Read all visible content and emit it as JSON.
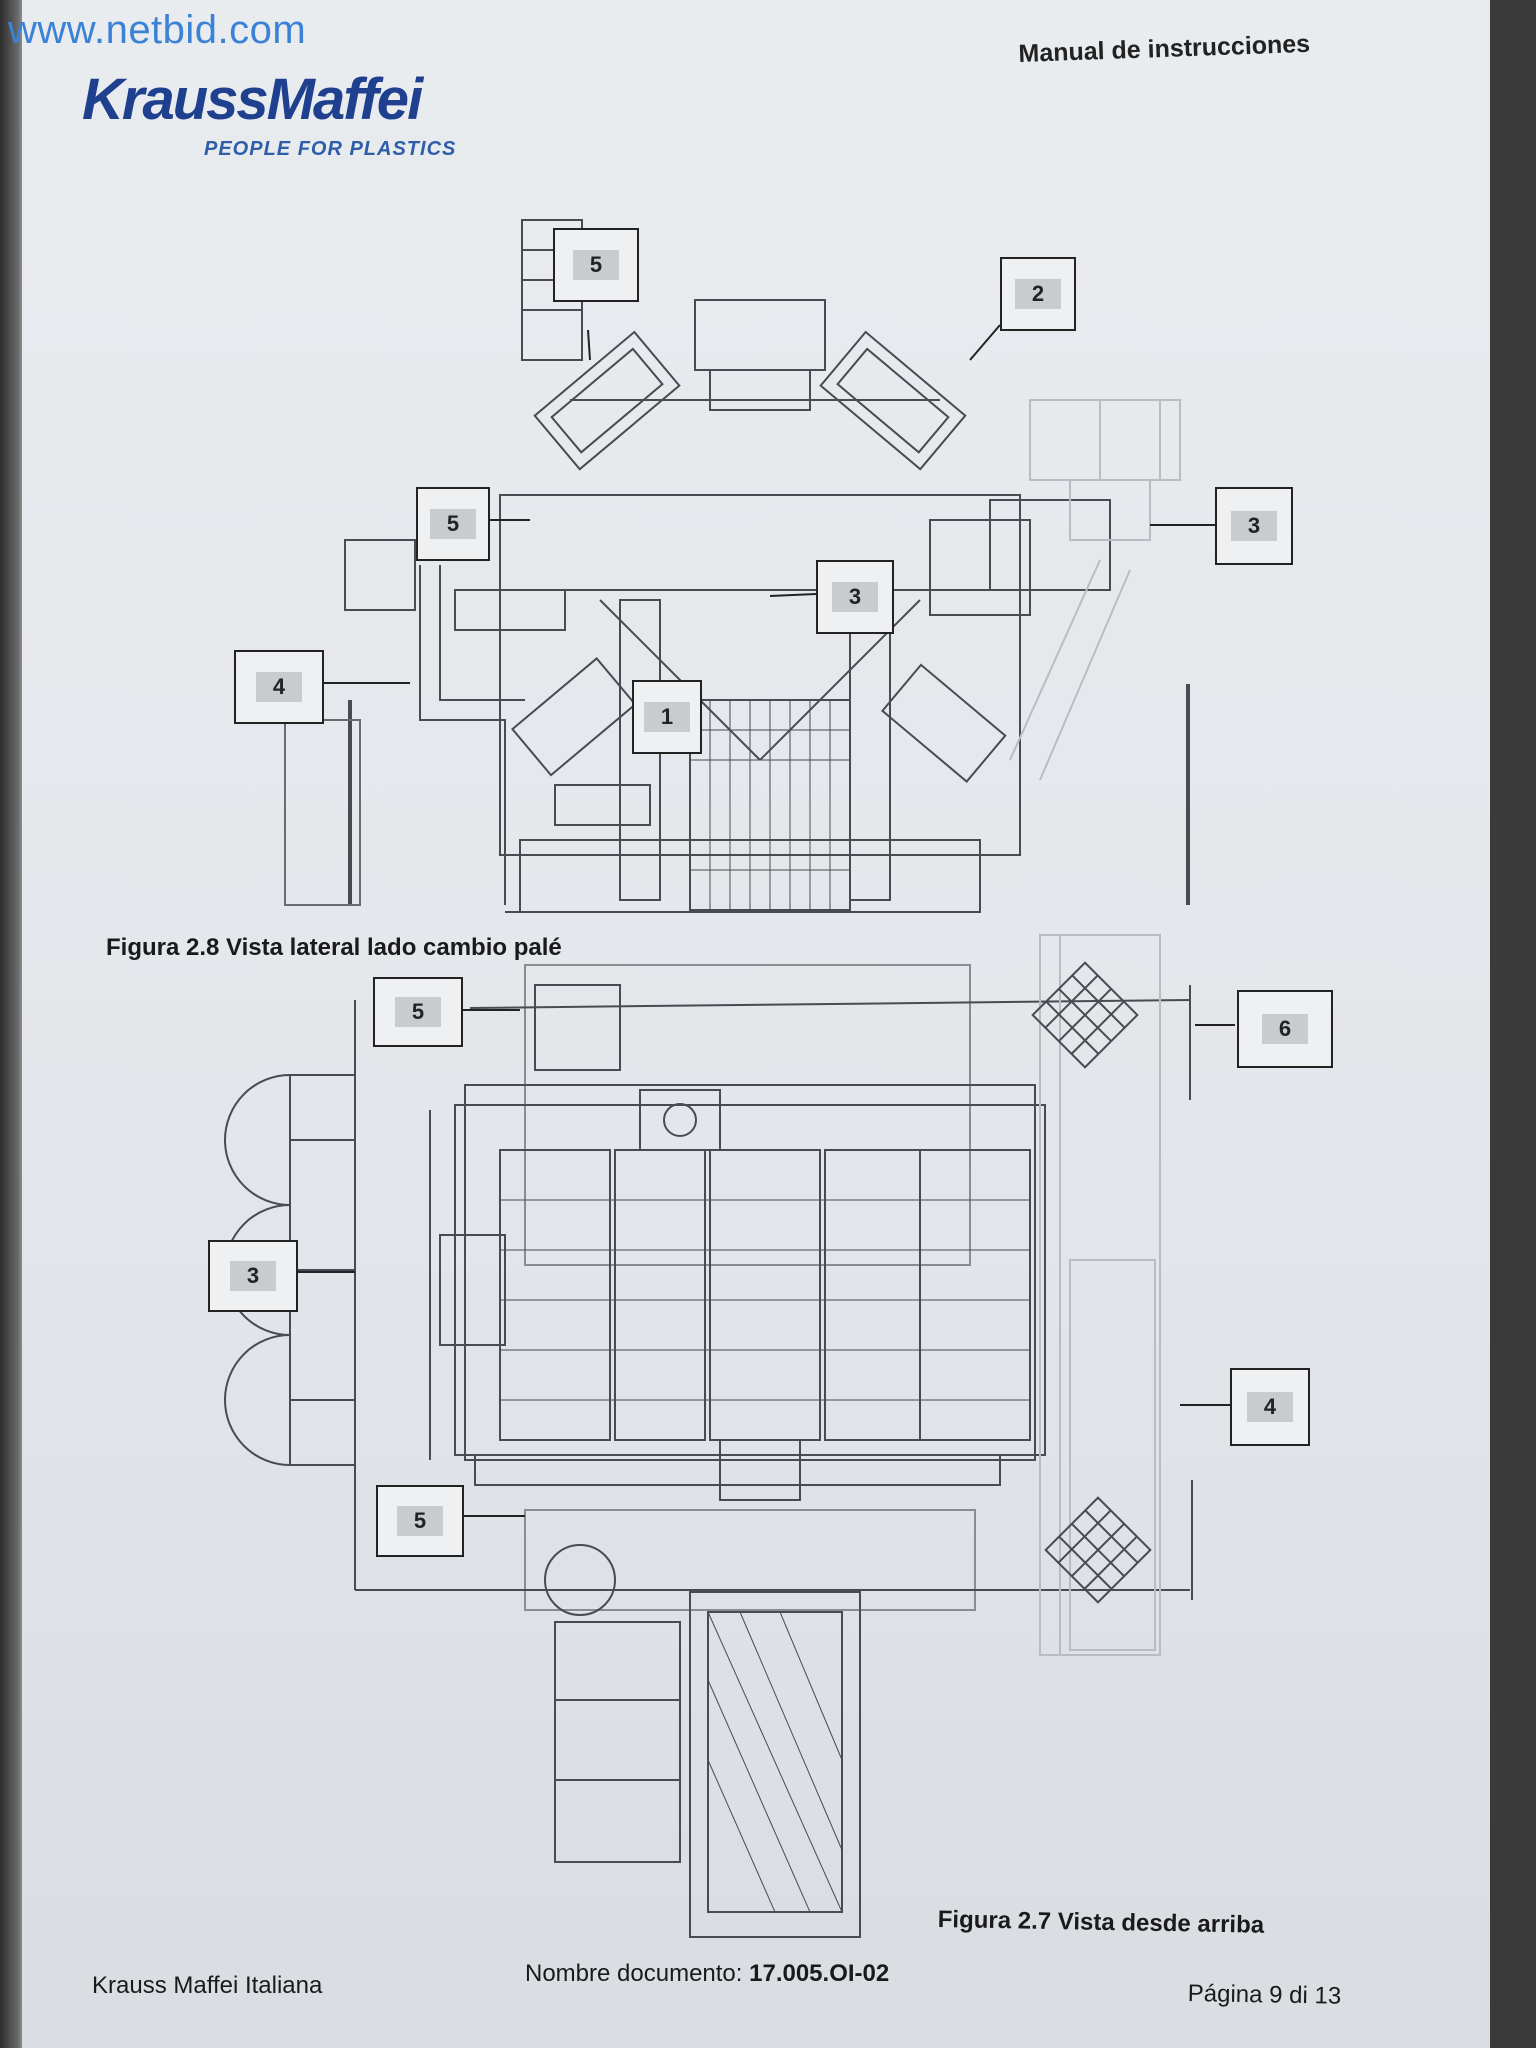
{
  "watermark": "www.netbid.com",
  "brand": {
    "logo": "KraussMaffei",
    "tagline": "PEOPLE FOR PLASTICS"
  },
  "header": {
    "title": "Manual de instrucciones"
  },
  "figures": {
    "side_view_caption": "Figura 2.8 Vista lateral lado cambio palé",
    "top_view_caption": "Figura 2.7 Vista desde arriba"
  },
  "callouts": {
    "upper": [
      "5",
      "2",
      "5",
      "3",
      "3",
      "4",
      "1"
    ],
    "lower": [
      "5",
      "6",
      "3",
      "4",
      "5"
    ]
  },
  "footer": {
    "company": "Krauss Maffei Italiana",
    "doc_label": "Nombre documento:",
    "doc_id": "17.005.OI-02",
    "page": "Página 9 di 13"
  },
  "colors": {
    "logo": "#1f3f8f",
    "watermark": "#3b82d6"
  }
}
